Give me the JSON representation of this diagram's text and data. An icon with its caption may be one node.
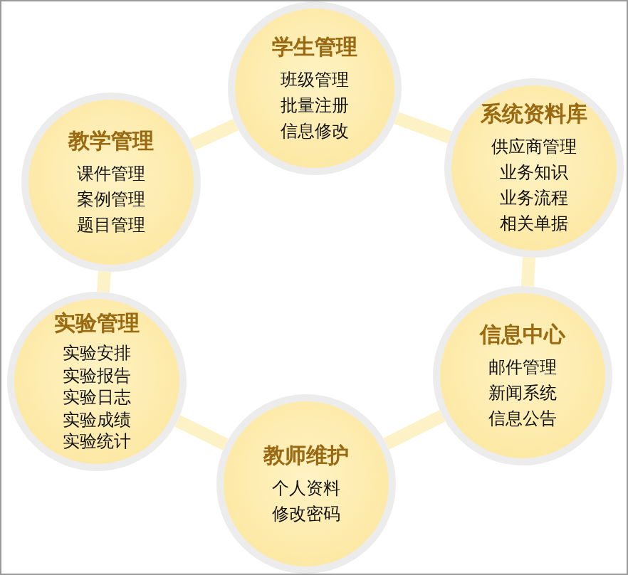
{
  "diagram": {
    "nodes": [
      {
        "text": [
          "学生管理",
          "班级管理",
          "批量注册",
          "信息修改"
        ]
      },
      {
        "text": [
          "教学管理",
          "课件管理",
          "案例管理",
          "题目管理"
        ]
      },
      {
        "text": [
          "系统资料库",
          "供应商管理",
          "业务知识",
          "业务流程",
          "相关单据"
        ]
      },
      {
        "text": [
          "实验管理",
          "实验安排",
          "实验报告",
          "实验日志",
          "实验成绩",
          "实验统计"
        ]
      },
      {
        "text": [
          "信息中心",
          "邮件管理",
          "新闻系统",
          "信息公告"
        ]
      },
      {
        "text": [
          "教师维护",
          "个人资料",
          "修改密码"
        ]
      }
    ],
    "edges": [
      {
        "from": 0,
        "to": 2,
        "arrow": "none"
      },
      {
        "from": 2,
        "to": 4,
        "arrow": "none"
      },
      {
        "from": 4,
        "to": 5,
        "arrow": "none"
      },
      {
        "from": 5,
        "to": 3,
        "arrow": "none"
      },
      {
        "from": 3,
        "to": 1,
        "arrow": "none"
      },
      {
        "from": 1,
        "to": 0,
        "arrow": "none"
      }
    ]
  }
}
